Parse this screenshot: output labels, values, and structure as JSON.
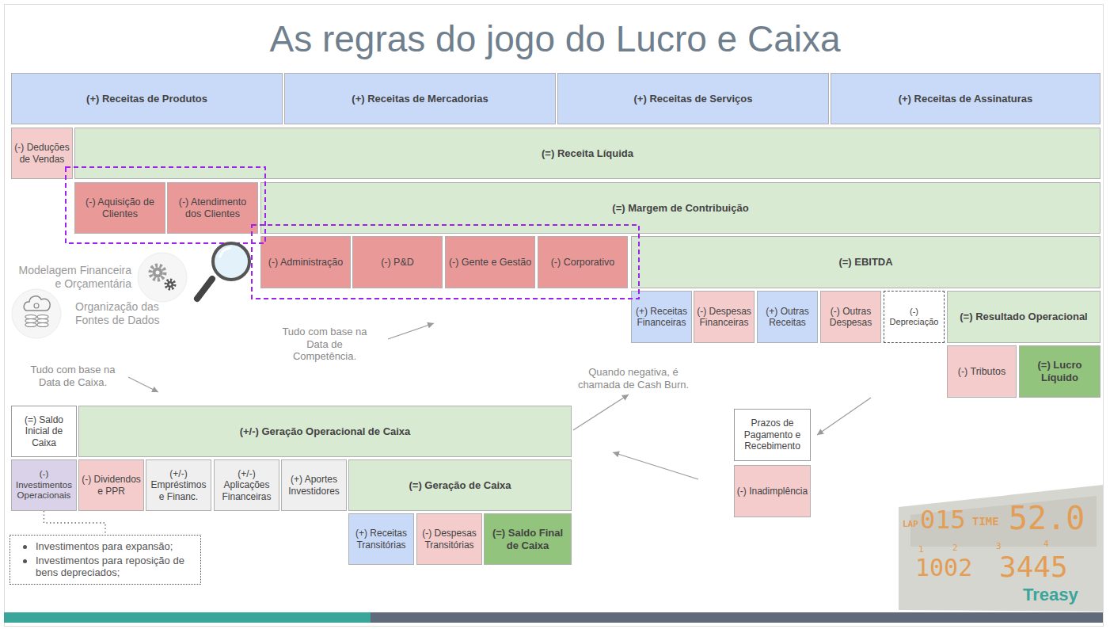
{
  "diagram": {
    "title": "As regras do jogo do Lucro e Caixa",
    "nodes": [
      {
        "text": [
          "(+) Receitas de Produtos"
        ]
      },
      {
        "text": [
          "(+) Receitas de Mercadorias"
        ]
      },
      {
        "text": [
          "(+) Receitas de Serviços"
        ]
      },
      {
        "text": [
          "(+) Receitas de Assinaturas"
        ]
      },
      {
        "text": [
          "(-) Deduções de Vendas"
        ]
      },
      {
        "text": [
          "(=) Receita Líquida"
        ]
      },
      {
        "text": [
          "(-) Aquisição de Clientes"
        ]
      },
      {
        "text": [
          "(-) Atendimento dos Clientes"
        ]
      },
      {
        "text": [
          "(=) Margem de Contribuição"
        ]
      },
      {
        "text": [
          "(-) Administração"
        ]
      },
      {
        "text": [
          "(-) P&D"
        ]
      },
      {
        "text": [
          "(-) Gente e Gestão"
        ]
      },
      {
        "text": [
          "(-) Corporativo"
        ]
      },
      {
        "text": [
          "(=) EBITDA"
        ]
      },
      {
        "text": [
          "(+) Receitas Financeiras"
        ]
      },
      {
        "text": [
          "(-) Despesas Financeiras"
        ]
      },
      {
        "text": [
          "(+) Outras Receitas"
        ]
      },
      {
        "text": [
          "(-) Outras Despesas"
        ]
      },
      {
        "text": [
          "(-) Depreciação"
        ]
      },
      {
        "text": [
          "(=) Resultado Operacional"
        ]
      },
      {
        "text": [
          "(-) Tributos"
        ]
      },
      {
        "text": [
          "(=) Lucro Líquido"
        ]
      },
      {
        "text": [
          "(=) Saldo Inicial de Caixa"
        ]
      },
      {
        "text": [
          "(+/-) Geração Operacional de Caixa"
        ]
      },
      {
        "text": [
          "(-) Investimentos Operacionais"
        ]
      },
      {
        "text": [
          "(-) Dividendos e PPR"
        ]
      },
      {
        "text": [
          "(+/-) Empréstimos e Financ."
        ]
      },
      {
        "text": [
          "(+/-) Aplicações Financeiras"
        ]
      },
      {
        "text": [
          "(+) Aportes Investidores"
        ]
      },
      {
        "text": [
          "(=) Geração de Caixa"
        ]
      },
      {
        "text": [
          "(+) Receitas Transitórias"
        ]
      },
      {
        "text": [
          "(-) Despesas Transitórias"
        ]
      },
      {
        "text": [
          "(=) Saldo Final de Caixa"
        ]
      },
      {
        "text": [
          "Prazos de Pagamento e Recebimento"
        ]
      },
      {
        "text": [
          "(-) Inadimplência"
        ]
      },
      {
        "text": [
          "Investimentos para expansão;",
          "Investimentos para reposição de bens depreciados;"
        ]
      }
    ],
    "edges": [
      {
        "from": 24,
        "to": 35,
        "arrow": "none"
      }
    ],
    "labels": [
      "Modelagem Financeira e Orçamentária",
      "Organização das Fontes de Dados",
      "Tudo com base na Data de Competência.",
      "Tudo com base na Data de Caixa.",
      "Quando negativa, é chamada de Cash Burn.",
      "LAP",
      "015",
      "TIME",
      "52.0",
      "1",
      "2",
      "3",
      "4",
      "1002",
      "3445",
      "Treasy"
    ]
  }
}
